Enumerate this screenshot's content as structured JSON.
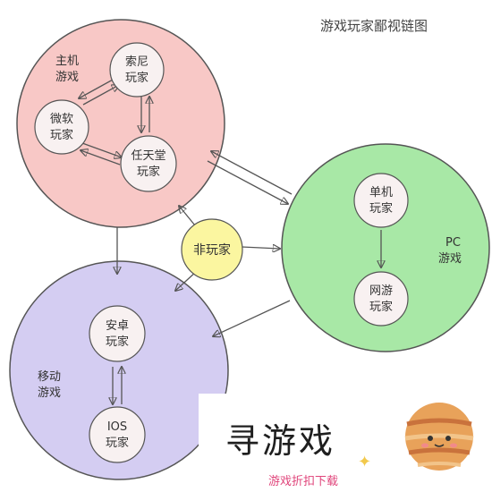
{
  "title": "游戏玩家鄙视链图",
  "groups": {
    "console": {
      "label_line1": "主机",
      "label_line2": "游戏",
      "fill": "#f8c8c6"
    },
    "pc": {
      "label_line1": "PC",
      "label_line2": "游戏",
      "fill": "#a8e8a6"
    },
    "mobile": {
      "label_line1": "移动",
      "label_line2": "游戏",
      "fill": "#d4cdf2"
    }
  },
  "nodes": {
    "sony": {
      "line1": "索尼",
      "line2": "玩家"
    },
    "microsoft": {
      "line1": "微软",
      "line2": "玩家"
    },
    "nintendo": {
      "line1": "任天堂",
      "line2": "玩家"
    },
    "standalone": {
      "line1": "单机",
      "line2": "玩家"
    },
    "online": {
      "line1": "网游",
      "line2": "玩家"
    },
    "android": {
      "line1": "安卓",
      "line2": "玩家"
    },
    "ios": {
      "line1": "IOS",
      "line2": "玩家"
    },
    "non_gamer": {
      "line1": "非玩家",
      "fill": "#fbf6a0"
    }
  },
  "colors": {
    "node_fill": "#f8f1f1",
    "stroke": "#555555",
    "arrow": "#555555"
  },
  "watermark": {
    "main": "寻游戏",
    "sub": "游戏折扣下载"
  }
}
